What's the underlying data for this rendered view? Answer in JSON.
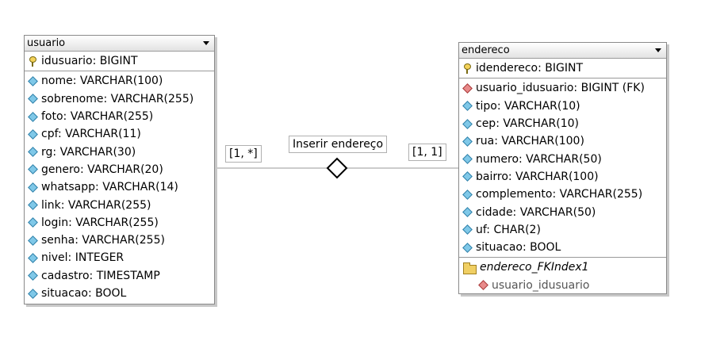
{
  "tables": {
    "usuario": {
      "name": "usuario",
      "primary_key": "idusuario: BIGINT",
      "columns": [
        "nome: VARCHAR(100)",
        "sobrenome: VARCHAR(255)",
        "foto: VARCHAR(255)",
        "cpf: VARCHAR(11)",
        "rg: VARCHAR(30)",
        "genero: VARCHAR(20)",
        "whatsapp: VARCHAR(14)",
        "link: VARCHAR(255)",
        "login: VARCHAR(255)",
        "senha: VARCHAR(255)",
        "nivel: INTEGER",
        "cadastro: TIMESTAMP",
        "situacao: BOOL"
      ]
    },
    "endereco": {
      "name": "endereco",
      "primary_key": "idendereco: BIGINT",
      "foreign_key": "usuario_idusuario: BIGINT (FK)",
      "columns": [
        "tipo: VARCHAR(10)",
        "cep: VARCHAR(10)",
        "rua: VARCHAR(100)",
        "numero: VARCHAR(50)",
        "bairro: VARCHAR(100)",
        "complemento: VARCHAR(255)",
        "cidade: VARCHAR(50)",
        "uf: CHAR(2)",
        "situacao: BOOL"
      ],
      "index": {
        "name": "endereco_FKIndex1",
        "column": "usuario_idusuario"
      }
    }
  },
  "relationship": {
    "name": "Inserir endereço",
    "left_cardinality": "[1, *]",
    "right_cardinality": "[1, 1]"
  },
  "icons": {
    "primary_key": "key-icon",
    "column": "diamond-icon",
    "foreign_key": "fk-diamond-icon",
    "index": "folder-icon"
  }
}
